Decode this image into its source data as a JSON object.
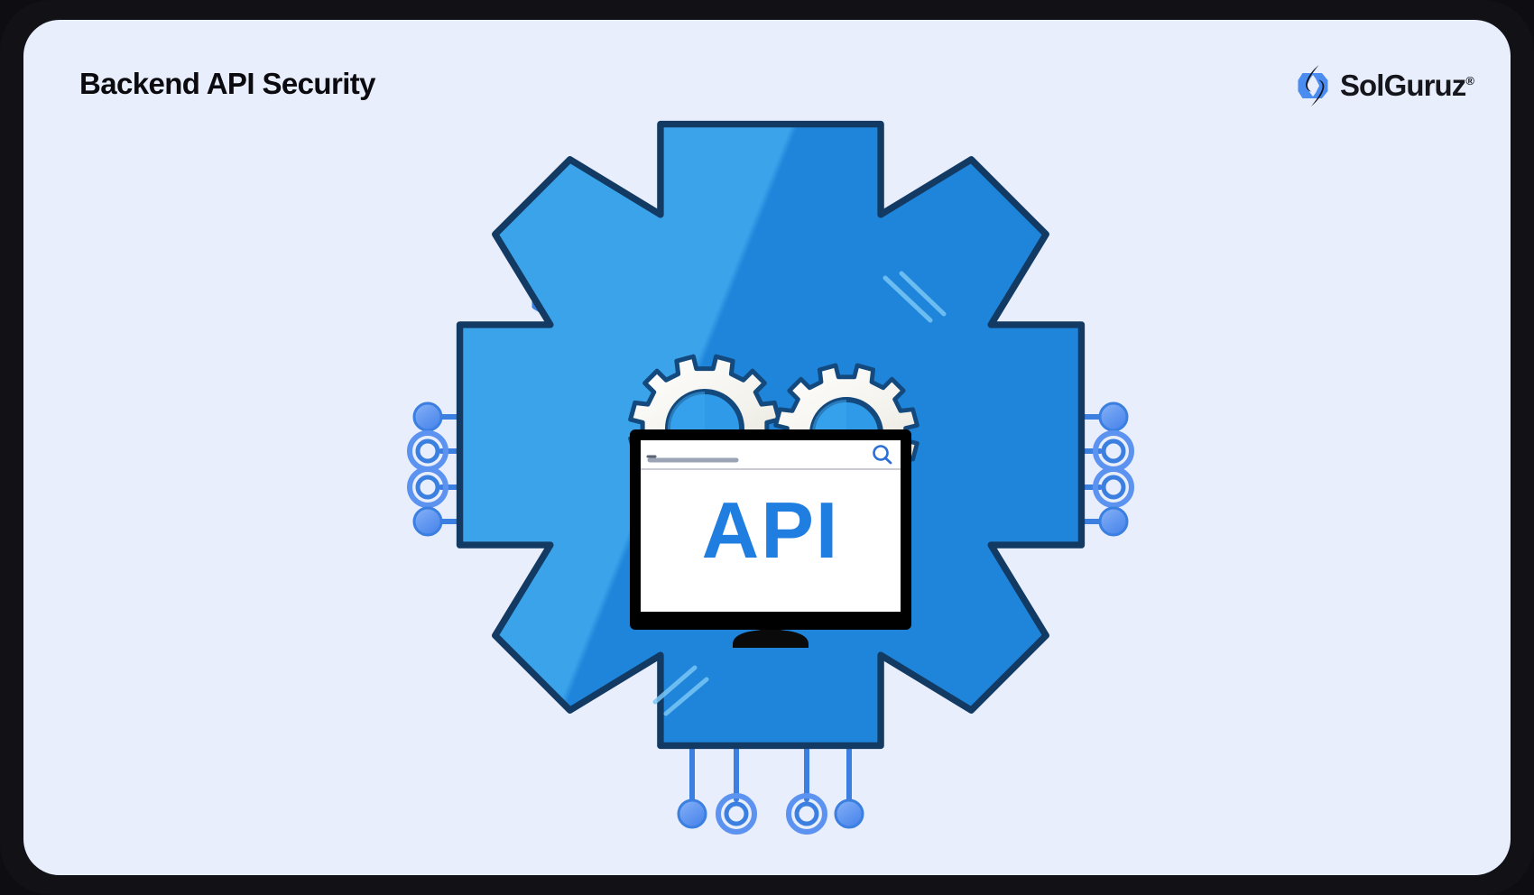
{
  "page": {
    "background_color": "#e9eefc",
    "frame_color": "#111116"
  },
  "header": {
    "title": "Backend API Security",
    "title_color": "#0a0a0f"
  },
  "brand": {
    "name": "SolGuruz",
    "trademark": "®",
    "logo_icon": "solguruz-hexagon-swoosh-logo",
    "accent_color": "#4a8cf0",
    "dark_color": "#16161d"
  },
  "illustration": {
    "name": "api-security-gear-circuit-illustration",
    "screen_label": "API",
    "screen_label_color": "#1a7ae0",
    "gear_fill_light": "#2f9ae8",
    "gear_fill_dark": "#1a7fd4",
    "gear_outline": "#123a63",
    "small_gear_fill": "#f2f2ee",
    "small_gear_outline": "#14497e",
    "monitor_frame_color": "#000000",
    "circuit_line_color": "#3b7fe0",
    "node_fill_color": "#5d93f0",
    "hexagon_stroke_color": "#3b7fe0",
    "search_icon": "magnifier-icon",
    "hexagons_count": 5,
    "nodes_per_side": 4,
    "sides": [
      "top",
      "right",
      "bottom",
      "left"
    ]
  }
}
